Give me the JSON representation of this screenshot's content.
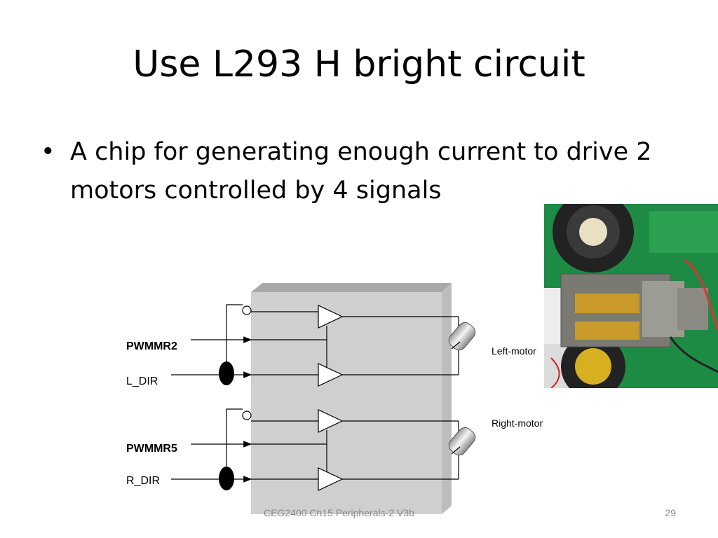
{
  "slide": {
    "title": "Use L293 H bright circuit",
    "bullet_marker": "•",
    "bullet": "A chip for generating enough current to drive 2 motors controlled by 4 signals"
  },
  "diagram": {
    "chip_color": "#cfcfcf",
    "signals": {
      "pwm_left": "PWMMR2",
      "dir_left": "L_DIR",
      "pwm_right": "PWMMR5",
      "dir_right": "R_DIR"
    },
    "motors": {
      "left": "Left-motor",
      "right": "Right-motor"
    }
  },
  "photo": {
    "subject": "motor-gearbox-photo"
  },
  "footer": {
    "text": "CEG2400 Ch15 Peripherals-2   V3b",
    "page": "29"
  }
}
